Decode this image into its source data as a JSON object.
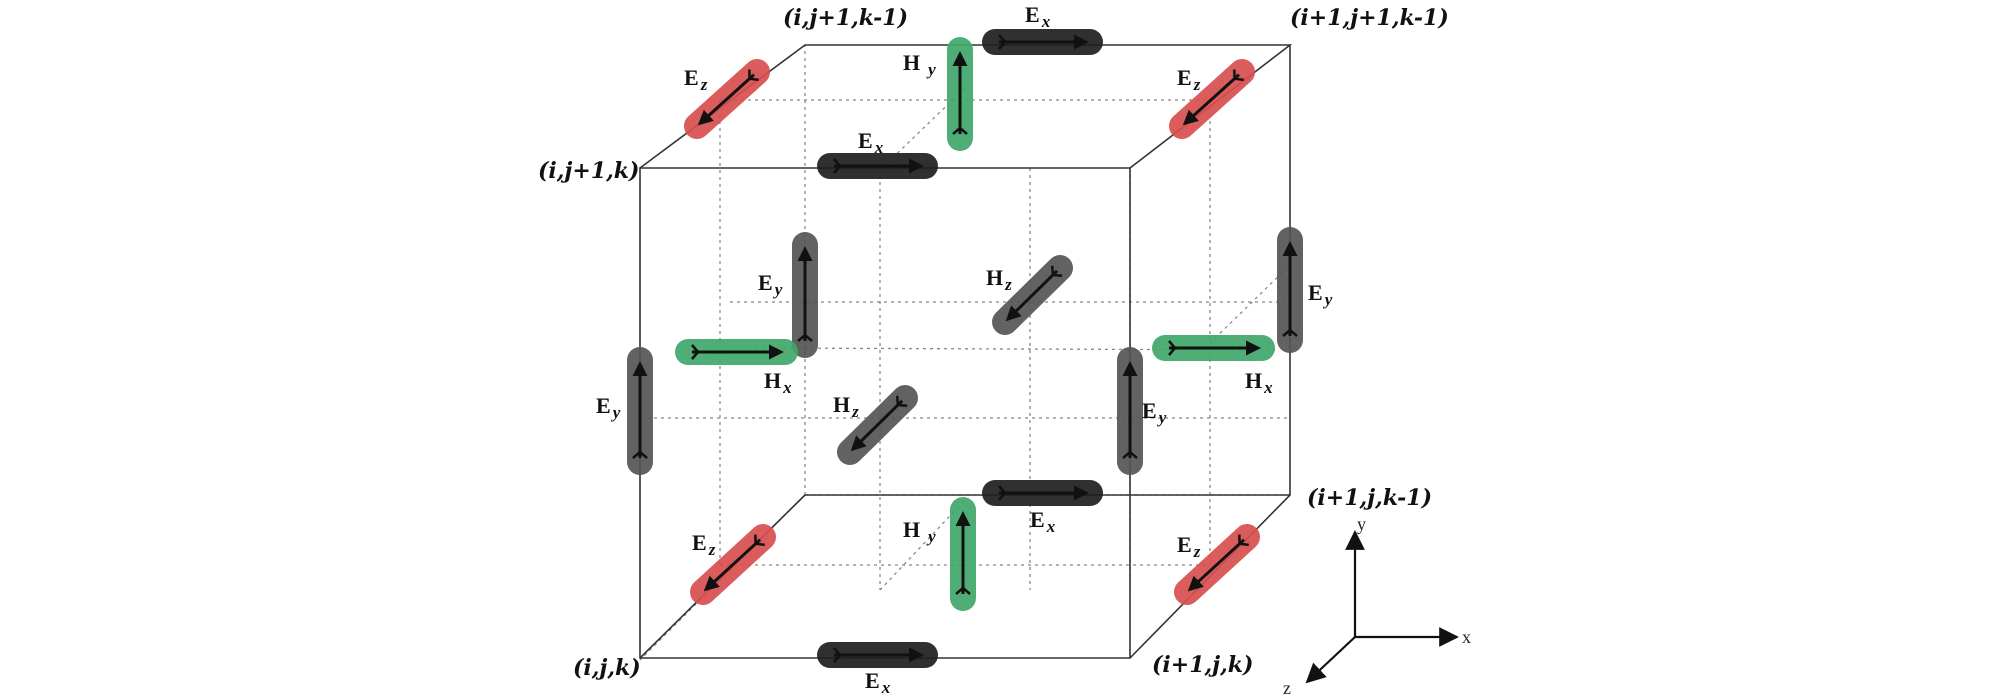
{
  "vertices": {
    "front_bottom_left": "(i,j,k)",
    "front_bottom_right": "(i+1,j,k)",
    "front_top_left": "(i,j+1,k)",
    "back_top_left": "(i,j+1,k-1)",
    "back_top_right": "(i+1,j+1,k-1)",
    "back_bottom_right": "(i+1,j,k-1)"
  },
  "field_components": [
    {
      "symbol": "E",
      "sub": "x",
      "color": "#1f1f1f"
    },
    {
      "symbol": "E",
      "sub": "y",
      "color": "#555555"
    },
    {
      "symbol": "E",
      "sub": "z",
      "color": "#d94f4f"
    },
    {
      "symbol": "H",
      "sub": "x",
      "color": "#3fa86a"
    },
    {
      "symbol": "H",
      "sub": "y",
      "color": "#3fa86a"
    },
    {
      "symbol": "H",
      "sub": "z",
      "color": "#555555"
    }
  ],
  "axes": {
    "x": "x",
    "y": "y",
    "z": "z"
  },
  "labels": {
    "E": "E",
    "H": "H"
  }
}
